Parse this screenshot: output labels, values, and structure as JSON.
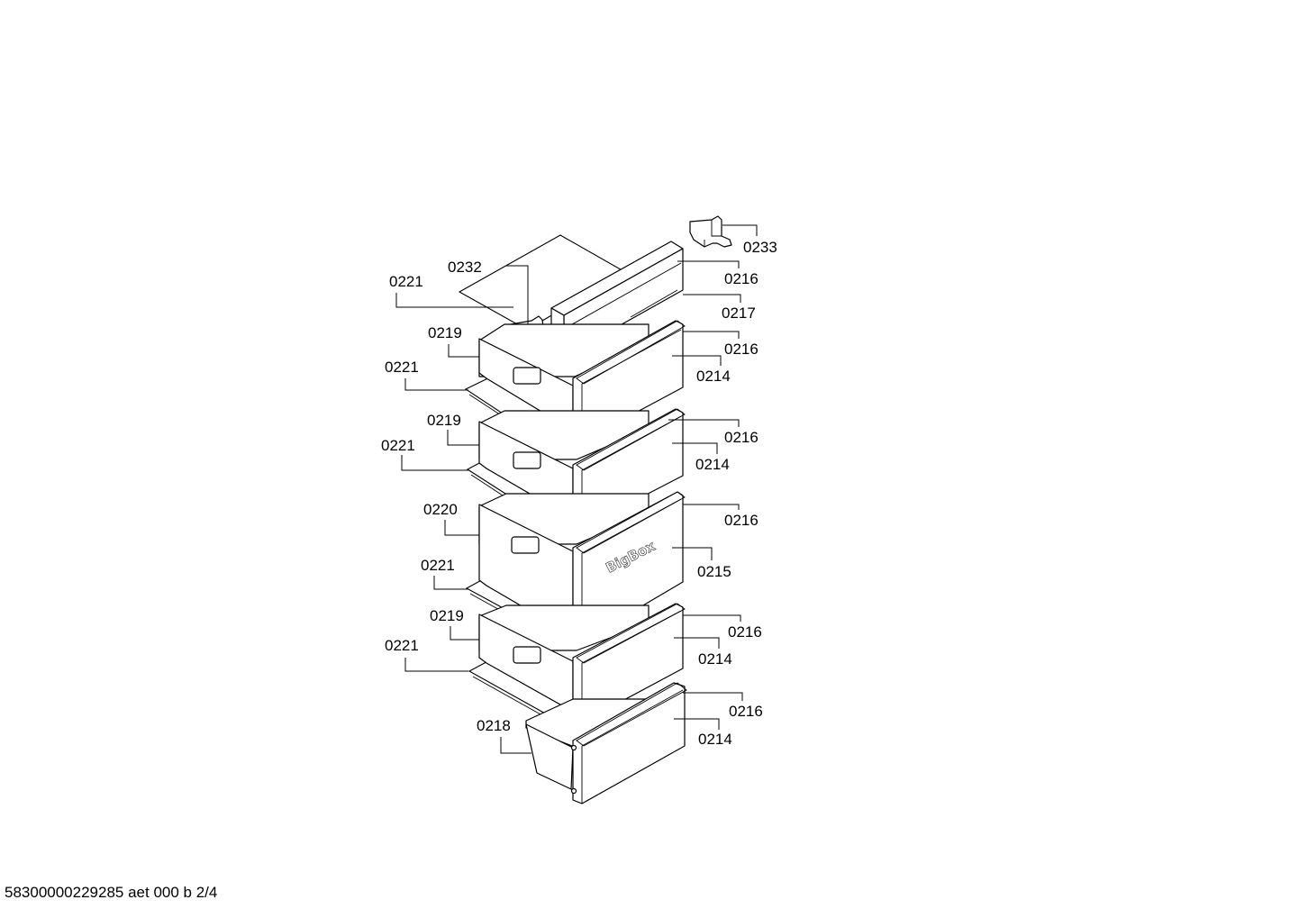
{
  "drawing": {
    "callouts": {
      "c0233": "0233",
      "c0232": "0232",
      "c0221_a": "0221",
      "c0216_a": "0216",
      "c0217": "0217",
      "c0219_a": "0219",
      "c0216_b": "0216",
      "c0221_b": "0221",
      "c0214_a": "0214",
      "c0219_b": "0219",
      "c0216_c": "0216",
      "c0221_c": "0221",
      "c0214_b": "0214",
      "c0220": "0220",
      "c0216_d": "0216",
      "c0221_d": "0221",
      "c0215": "0215",
      "c0219_c": "0219",
      "c0216_e": "0216",
      "c0221_e": "0221",
      "c0214_c": "0214",
      "c0216_f": "0216",
      "c0218": "0218",
      "c0214_d": "0214"
    },
    "logo_text": "BigBox"
  },
  "footer": {
    "drawing_id": "58300000229285 aet 000 b 2/4"
  }
}
